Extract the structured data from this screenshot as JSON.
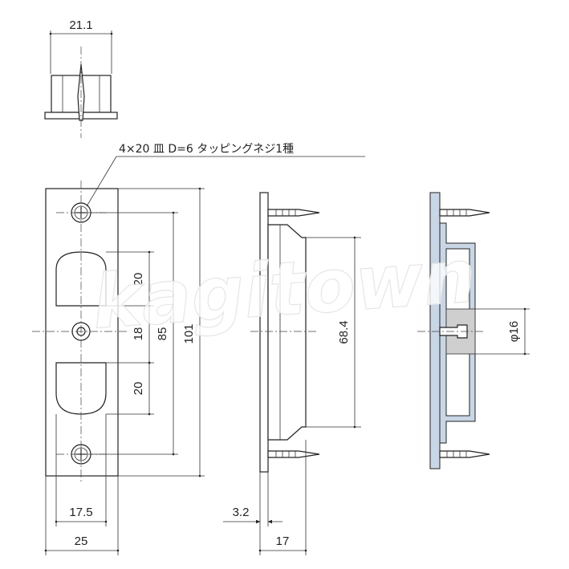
{
  "figure": {
    "screw_note": "4×20 皿 D=6 タッピングネジ1種",
    "watermark": "kagitown",
    "dimensions": {
      "top_width": "21.1",
      "plate_height": "101",
      "screw_pitch": "85",
      "cup_height_upper": "20",
      "cup_gap": "18",
      "cup_height_lower": "20",
      "cup_width": "17.5",
      "plate_width": "25",
      "body_length": "68.4",
      "plate_thickness": "3.2",
      "depth": "17",
      "bore_diameter": "φ16"
    }
  }
}
